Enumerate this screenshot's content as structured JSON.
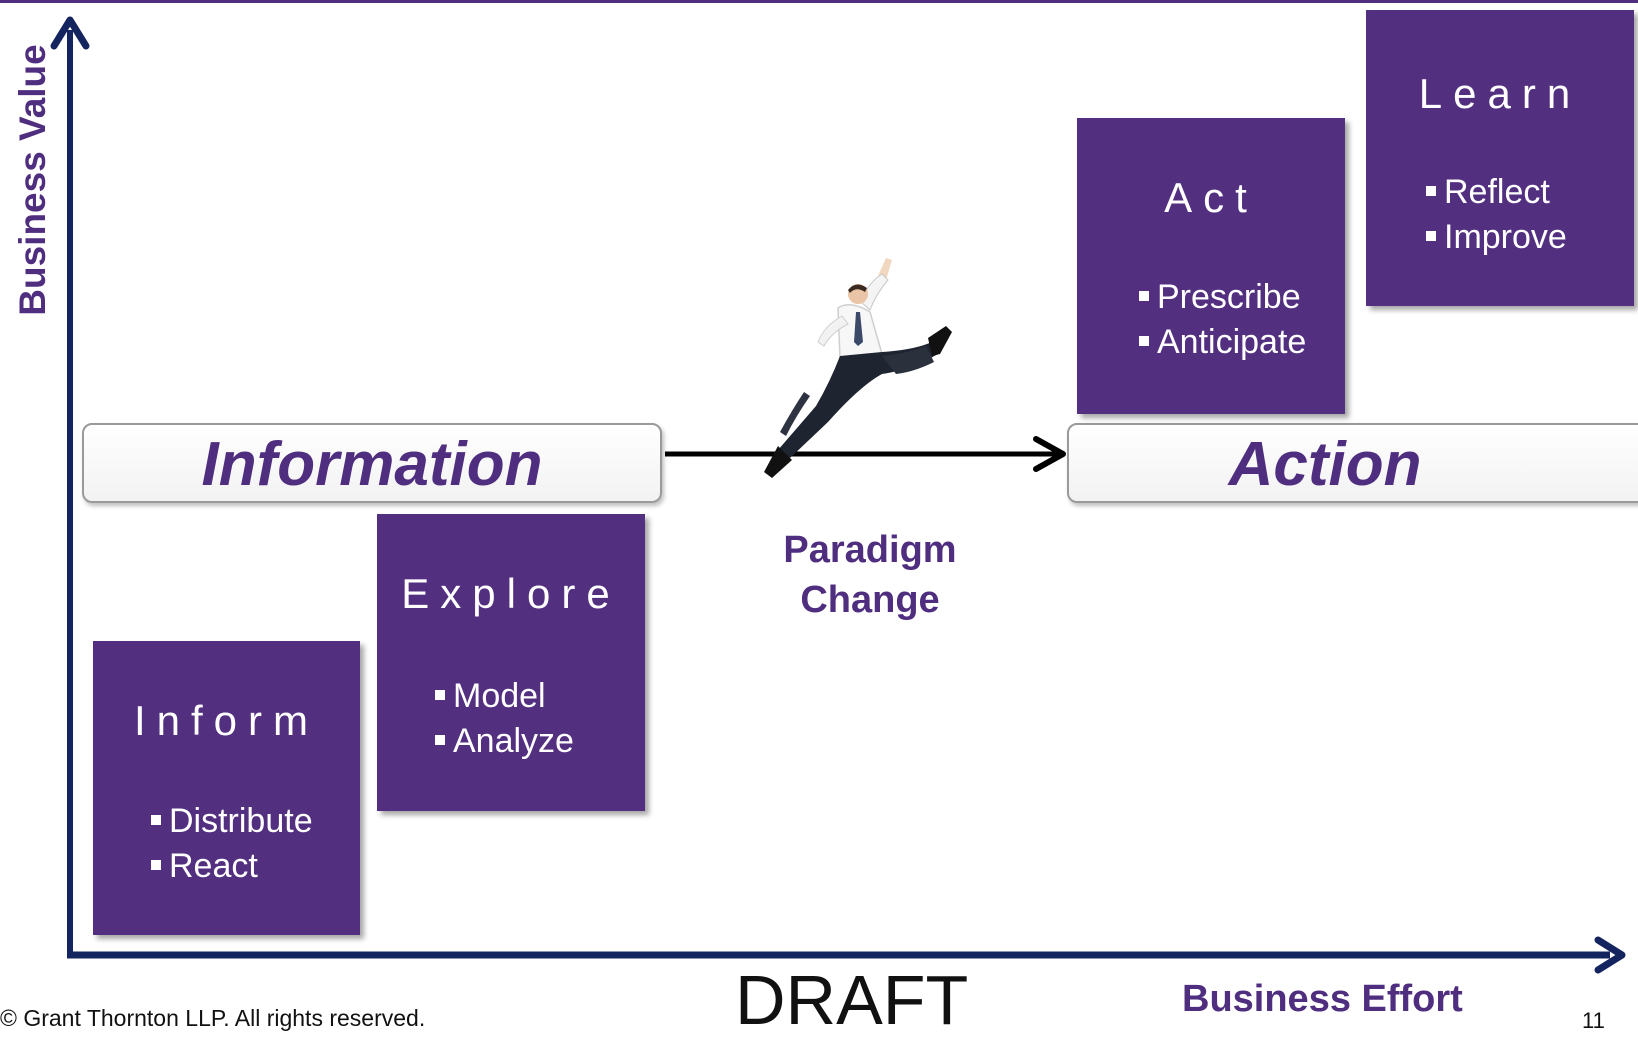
{
  "y_axis_label": "Business Value",
  "x_axis_label": "Business Effort",
  "banners": {
    "information": "Information",
    "action": "Action"
  },
  "center_label": [
    "Paradigm",
    "Change"
  ],
  "boxes": {
    "inform": {
      "title": "Inform",
      "items": [
        "Distribute",
        "React"
      ]
    },
    "explore": {
      "title": "Explore",
      "items": [
        "Model",
        "Analyze"
      ]
    },
    "act": {
      "title": "Act",
      "items": [
        "Prescribe",
        "Anticipate"
      ]
    },
    "learn": {
      "title": "Learn",
      "items": [
        "Reflect",
        "Improve"
      ]
    }
  },
  "footer": {
    "copyright": "© Grant Thornton LLP. All rights reserved.",
    "draft": "DRAFT",
    "page_number": "11"
  },
  "colors": {
    "purple": "#532f80",
    "axis_navy": "#14245e",
    "text_purple": "#4f2d7f"
  },
  "icons": {
    "jumping-man": "illustration of a businessman leaping"
  }
}
